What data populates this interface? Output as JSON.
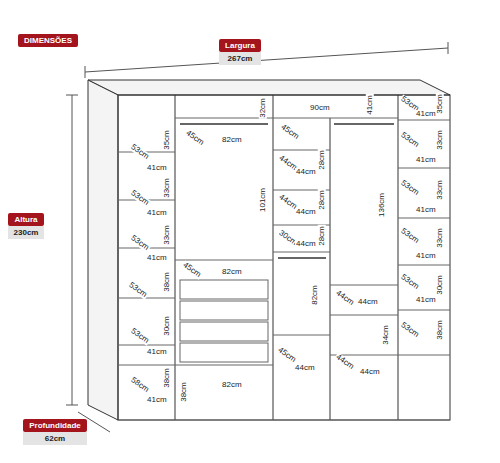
{
  "diagram": {
    "nodes": [
      {
        "text": [
          "DIMENSÕES"
        ]
      },
      {
        "text": [
          "Largura",
          "267cm"
        ]
      },
      {
        "text": [
          "Altura",
          "230cm"
        ]
      },
      {
        "text": [
          "Profundidade",
          "62cm"
        ]
      }
    ],
    "labels": [
      "53cm",
      "41cm",
      "35cm",
      "53cm",
      "41cm",
      "33cm",
      "53cm",
      "41cm",
      "33cm",
      "53cm",
      "38cm",
      "53cm",
      "41cm",
      "30cm",
      "58cm",
      "41cm",
      "38cm",
      "45cm",
      "82cm",
      "32cm",
      "101cm",
      "45cm",
      "82cm",
      "38cm",
      "82cm",
      "45cm",
      "90cm",
      "41cm",
      "44cm",
      "44cm",
      "28cm",
      "44cm",
      "44cm",
      "28cm",
      "30cm",
      "44cm",
      "28cm",
      "82cm",
      "45cm",
      "44cm",
      "136cm",
      "44cm",
      "44cm",
      "34cm",
      "44cm",
      "44cm",
      "53cm",
      "41cm",
      "35cm",
      "53cm",
      "41cm",
      "33cm",
      "53cm",
      "41cm",
      "33cm",
      "53cm",
      "41cm",
      "33cm",
      "53cm",
      "41cm",
      "30cm",
      "53cm",
      "38cm"
    ]
  }
}
